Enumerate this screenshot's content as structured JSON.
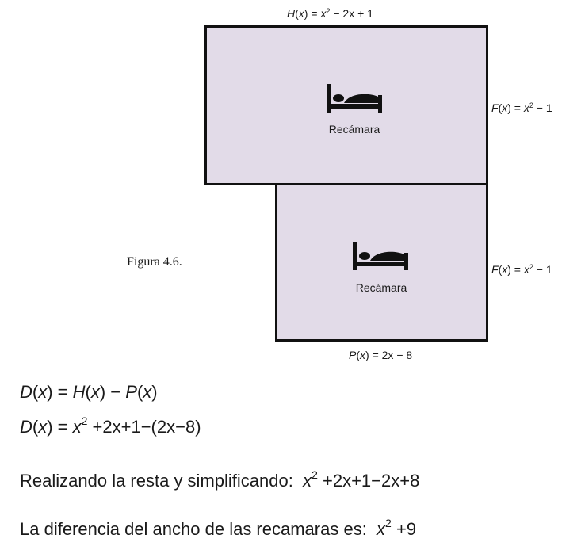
{
  "labels": {
    "top": {
      "fn": "H",
      "var": "x",
      "eq": " = ",
      "v": "x",
      "exp": "2",
      "rest": " − 2x + 1"
    },
    "right1": {
      "fn": "F",
      "var": "x",
      "eq": " = ",
      "v": "x",
      "exp": "2",
      "rest": " − 1"
    },
    "right2": {
      "fn": "F",
      "var": "x",
      "eq": " = ",
      "v": "x",
      "exp": "2",
      "rest": " − 1"
    },
    "bottom": {
      "fn": "P",
      "var": "x",
      "eq": " = 2x − 8"
    }
  },
  "rooms": [
    {
      "label": "Recámara"
    },
    {
      "label": "Recámara"
    }
  ],
  "caption": "Figura 4.6.",
  "equation1": {
    "lhs": "D",
    "v": "x",
    "rhs_a": "H",
    "rhs_b": "P"
  },
  "equation2": {
    "lhs": "D",
    "v": "x",
    "x": "x",
    "exp": "2",
    "tail": "+2x+1−(2x−8)"
  },
  "line3": {
    "text": "Realizando la resta y simplificando:",
    "x": "x",
    "exp": "2",
    "tail": "+2x+1−2x+8"
  },
  "line4": {
    "text": "La diferencia del ancho de las recamaras es:",
    "x": "x",
    "exp": "2",
    "tail": "+9"
  },
  "colors": {
    "room_fill": "#e2dbe8",
    "border": "#111111"
  }
}
